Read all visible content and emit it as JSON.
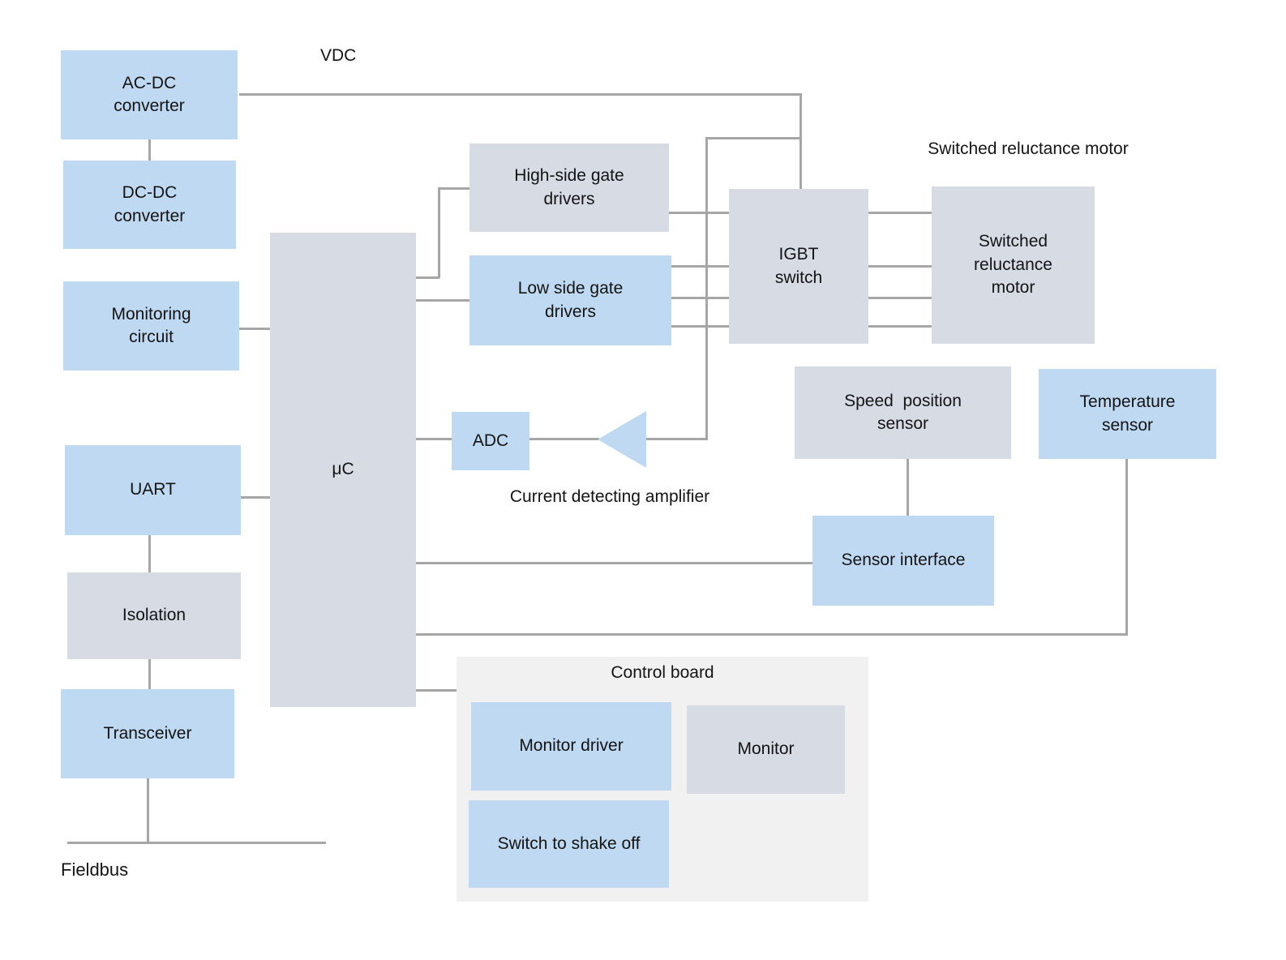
{
  "colors": {
    "background": "#FFFFFF",
    "blue": "#BFD9F2",
    "gray": "#D6DBE4",
    "panel": "#F1F1F2",
    "line": "#A6A6A6",
    "text": "#141414"
  },
  "labels": {
    "vdc": "VDC",
    "srm_title": "Switched reluctance motor",
    "amplifier_caption": "Current detecting amplifier",
    "control_board_title": "Control board",
    "fieldbus": "Fieldbus"
  },
  "blocks": {
    "ac_dc": {
      "label": "AC-DC\nconverter"
    },
    "dc_dc": {
      "label": "DC-DC\nconverter"
    },
    "monitoring": {
      "label": "Monitoring\ncircuit"
    },
    "uart": {
      "label": "UART"
    },
    "isolation": {
      "label": "Isolation"
    },
    "transceiver": {
      "label": "Transceiver"
    },
    "uc": {
      "label": "μC"
    },
    "high_side": {
      "label": "High-side gate\ndrivers"
    },
    "low_side": {
      "label": "Low side gate\ndrivers"
    },
    "adc": {
      "label": "ADC"
    },
    "igbt": {
      "label": "IGBT\nswitch"
    },
    "motor": {
      "label": "Switched\nreluctance\nmotor"
    },
    "speed_sensor": {
      "label": "Speed  position\nsensor"
    },
    "temp_sensor": {
      "label": "Temperature\nsensor"
    },
    "sensor_interface": {
      "label": "Sensor interface"
    },
    "monitor_driver": {
      "label": "Monitor driver"
    },
    "monitor": {
      "label": "Monitor"
    },
    "switch_shake_off": {
      "label": "Switch to shake off"
    }
  }
}
